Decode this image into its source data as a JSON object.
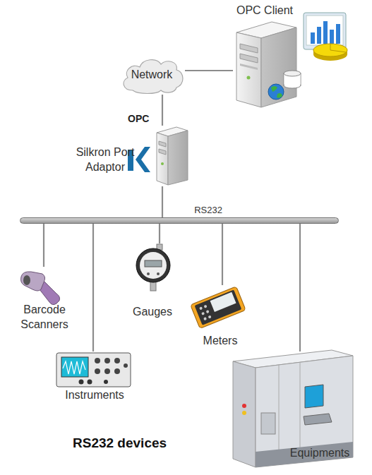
{
  "diagram": {
    "nodes": [
      {
        "text": [
          "OPC Client"
        ]
      },
      {
        "text": [
          "Network"
        ]
      },
      {
        "text": [
          "Silkron Port Adaptor"
        ]
      },
      {
        "text": [
          "RS232"
        ]
      },
      {
        "text": [
          "Barcode Scanners"
        ]
      },
      {
        "text": [
          "Gauges"
        ]
      },
      {
        "text": [
          "Meters"
        ]
      },
      {
        "text": [
          "Instruments"
        ]
      },
      {
        "text": [
          "Equipments"
        ]
      }
    ],
    "edges": [
      {
        "from": 1,
        "to": 0,
        "arrow": "none"
      },
      {
        "from": 1,
        "to": 2,
        "label": "OPC",
        "arrow": "none"
      },
      {
        "from": 2,
        "to": 3,
        "arrow": "none"
      },
      {
        "from": 3,
        "to": 4,
        "arrow": "none"
      },
      {
        "from": 3,
        "to": 5,
        "arrow": "none"
      },
      {
        "from": 3,
        "to": 6,
        "arrow": "none"
      },
      {
        "from": 3,
        "to": 7,
        "arrow": "none"
      },
      {
        "from": 3,
        "to": 8,
        "arrow": "none"
      }
    ],
    "labels": [
      "RS232 devices"
    ]
  }
}
